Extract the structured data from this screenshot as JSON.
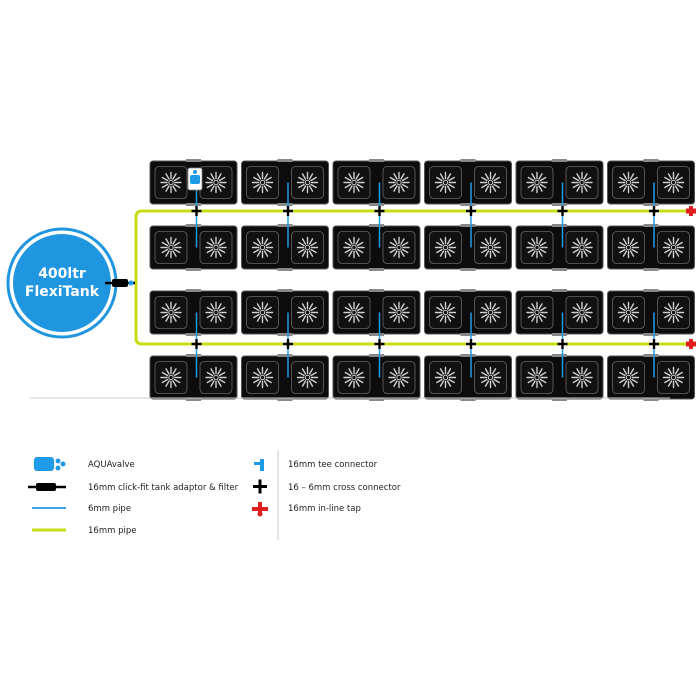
{
  "tank": {
    "line1": "400ltr",
    "line2": "FlexiTank",
    "color": "#2196e0"
  },
  "layout": {
    "rows": 4,
    "trays_per_row": 6,
    "pots_per_tray": 2
  },
  "colors": {
    "pipe_16mm": "#c8dc14",
    "pipe_6mm": "#1e9be6",
    "tray": "#0c0c0c",
    "inline_tap": "#e0201e",
    "valve": "#1e9be6"
  },
  "legend": {
    "left": [
      {
        "icon": "aquavalve-icon",
        "label": "AQUAvalve"
      },
      {
        "icon": "tank-adaptor-filter-icon",
        "label": "16mm click-fit tank adaptor & filter"
      },
      {
        "icon": "pipe-6mm-icon",
        "label": "6mm pipe"
      },
      {
        "icon": "pipe-16mm-icon",
        "label": "16mm pipe"
      }
    ],
    "right": [
      {
        "icon": "tee-connector-icon",
        "label": "16mm tee connector"
      },
      {
        "icon": "cross-connector-icon",
        "label": "16 – 6mm cross connector"
      },
      {
        "icon": "inline-tap-icon",
        "label": "16mm in-line tap"
      }
    ]
  }
}
